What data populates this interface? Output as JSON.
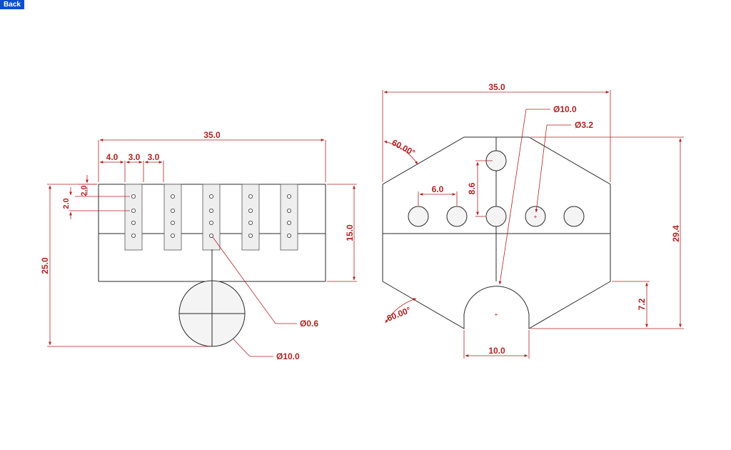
{
  "toolbar": {
    "back_label": "Back"
  },
  "colors": {
    "dimension": "#b22222",
    "outline": "#2a2a2a",
    "back_button": "#0a4fd0"
  },
  "left_view": {
    "dims": {
      "width": "35.0",
      "pitch_a": "4.0",
      "pitch_b": "3.0",
      "pitch_c": "3.0",
      "vert_a": "2.0",
      "vert_b": "2.0",
      "total_height": "25.0",
      "block_height": "15.0",
      "small_hole": "Ø0.6",
      "round_dia": "Ø10.0"
    }
  },
  "right_view": {
    "dims": {
      "width": "35.0",
      "big_hole": "Ø10.0",
      "small_hole": "Ø3.2",
      "angle_top": "60.00°",
      "angle_bottom": "60.00°",
      "spacing_h": "6.0",
      "spacing_v": "8.6",
      "height": "29.4",
      "notch_depth": "7.2",
      "notch_width": "10.0"
    }
  }
}
